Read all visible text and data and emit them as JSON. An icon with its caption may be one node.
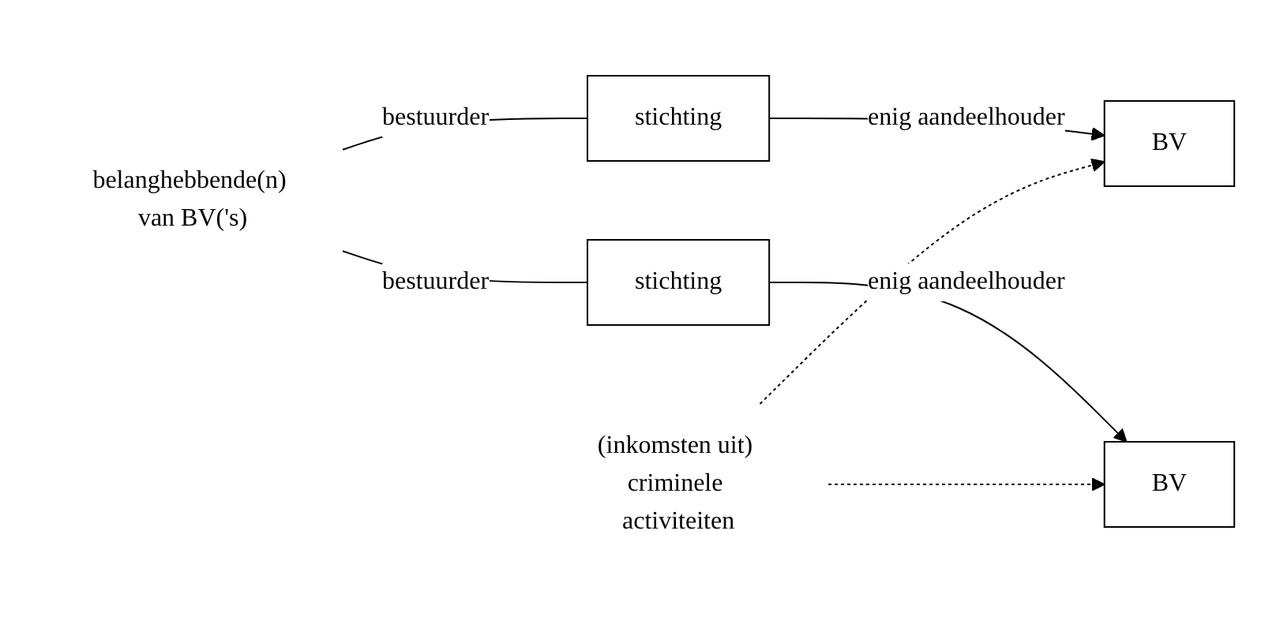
{
  "diagram": {
    "nodes": [
      {
        "text": [
          "belanghebbende(n) van BV('s)"
        ]
      },
      {
        "text": [
          "stichting"
        ]
      },
      {
        "text": [
          "stichting"
        ]
      },
      {
        "text": [
          "BV"
        ]
      },
      {
        "text": [
          "BV"
        ]
      },
      {
        "text": [
          "(inkomsten uit) criminele activiteiten"
        ]
      }
    ],
    "edges": [
      {
        "from": 0,
        "to": 1,
        "arrow": "none",
        "label": "bestuurder"
      },
      {
        "from": 0,
        "to": 2,
        "arrow": "none",
        "label": "bestuurder"
      },
      {
        "from": 1,
        "to": 3,
        "arrow": "to",
        "label": "enig aandeelhouder"
      },
      {
        "from": 2,
        "to": 4,
        "arrow": "to",
        "label": "enig aandeelhouder"
      },
      {
        "from": 5,
        "to": 3,
        "arrow": "to",
        "style": "dashed"
      },
      {
        "from": 5,
        "to": 4,
        "arrow": "to",
        "style": "dashed"
      }
    ]
  }
}
